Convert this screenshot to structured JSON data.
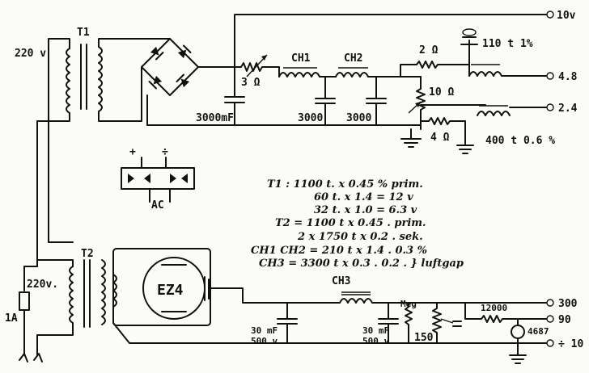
{
  "transformers": {
    "t1_label": "T1",
    "t1_primary": "220 v",
    "t2_label": "T2",
    "t2_primary": "220v."
  },
  "fuse": {
    "label": "1A"
  },
  "tube": {
    "label": "EZ4"
  },
  "rectifier_inset": {
    "plus": "+",
    "minus": "÷",
    "ac": "AC"
  },
  "upper_supply": {
    "out_10v": "10v",
    "out_4_8": "4.8",
    "out_2_4": "2.4",
    "r_series": "3 Ω",
    "ch1": "CH1",
    "ch2": "CH2",
    "c_main": "3000mF",
    "c_ch1": "3000",
    "c_ch2": "3000",
    "r_2ohm": "2 Ω",
    "r_10ohm": "10 Ω",
    "r_4ohm": "4 Ω",
    "coil_upper": "110 t 1%",
    "coil_lower": "400 t 0.6 %"
  },
  "lower_supply": {
    "ch3": "CH3",
    "out_300": "300",
    "out_90": "90",
    "out_minus_10": "÷ 10",
    "c1": "30 mF",
    "c1_v": "500 v",
    "c2": "30 mF",
    "c2_v": "500 v",
    "r_150": "150",
    "r_12000": "12000",
    "r_mega": "Meg",
    "tube_4687": "4687"
  },
  "spec_table": {
    "lines": [
      "T1 : 1100 t. x 0.45 %  prim.",
      "60 t. x 1.4   =   12 v",
      "32 t. x 1.0   =   6.3 v",
      "T2 = 1100 t x 0.45 .   prim.",
      "2 x 1750 t x 0.2 .   sek.",
      "CH1 CH2 = 210 t x 1.4 .  0.3 %",
      "CH3 = 3300 t x 0.3 .   0.2 . } luftgap"
    ]
  }
}
